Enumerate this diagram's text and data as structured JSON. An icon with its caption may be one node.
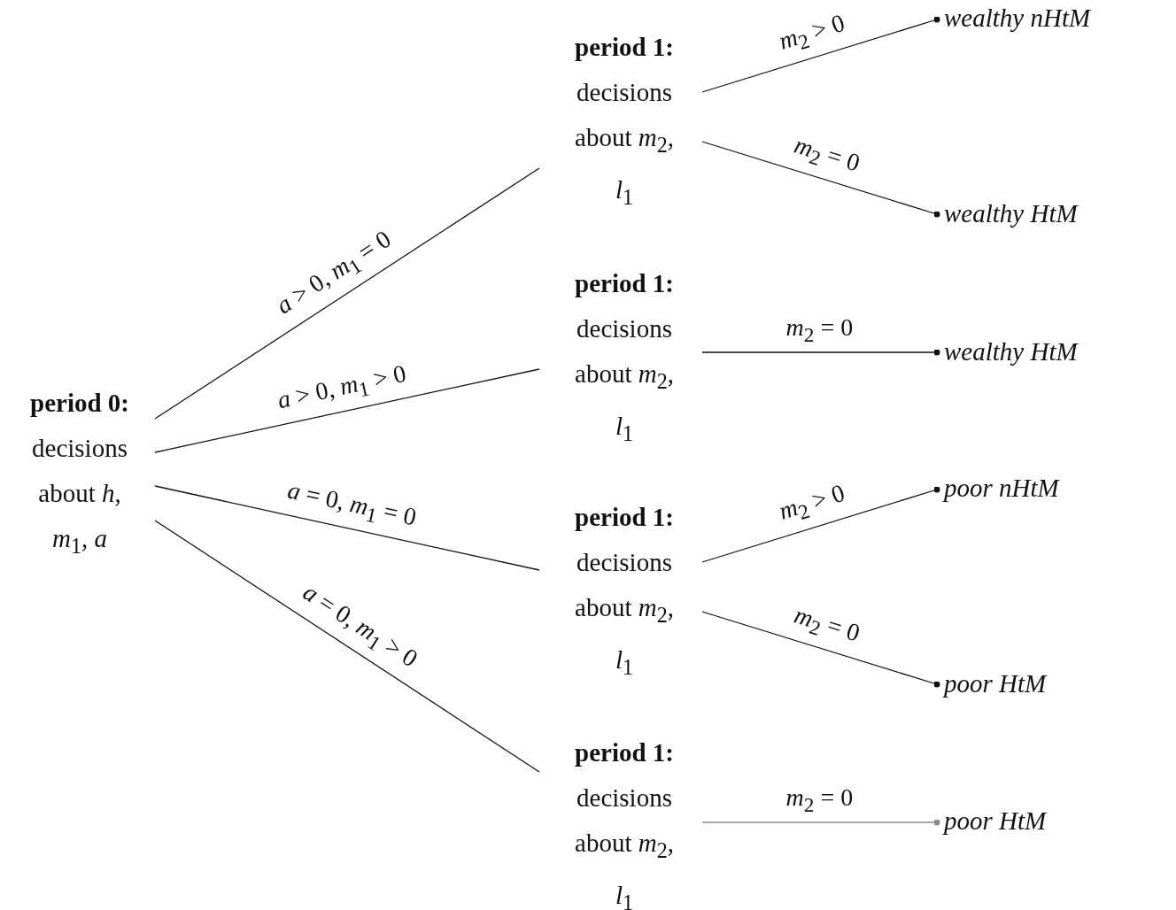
{
  "diagram": {
    "nodes": [
      {
        "text": [
          "period 0:",
          "decisions about *h*, *m*$_{1}$, *a*"
        ]
      },
      {
        "text": [
          "period 1:",
          "decisions about *m*$_{2}$, *l*$_{1}$"
        ]
      },
      {
        "text": [
          "period 1:",
          "decisions about *m*$_{2}$, *l*$_{1}$"
        ]
      },
      {
        "text": [
          "period 1:",
          "decisions about *m*$_{2}$, *l*$_{1}$"
        ]
      },
      {
        "text": [
          "period 1:",
          "decisions about *m*$_{2}$, *l*$_{1}$"
        ]
      },
      {
        "text": [
          "wealthy nHtM"
        ]
      },
      {
        "text": [
          "wealthy HtM"
        ]
      },
      {
        "text": [
          "wealthy HtM"
        ]
      },
      {
        "text": [
          "poor nHtM"
        ]
      },
      {
        "text": [
          "poor HtM"
        ]
      },
      {
        "text": [
          "poor HtM"
        ]
      }
    ],
    "edges": [
      {
        "from": 0,
        "to": 1,
        "arrow": "none",
        "label": "*a* > 0, *m*$_{1}$ = 0"
      },
      {
        "from": 0,
        "to": 2,
        "arrow": "none",
        "label": "*a* > 0, *m*$_{1}$ > 0"
      },
      {
        "from": 0,
        "to": 3,
        "arrow": "none",
        "label": "*a* = 0, *m*$_{1}$ = 0"
      },
      {
        "from": 0,
        "to": 4,
        "arrow": "none",
        "label": "*a* = 0, *m*$_{1}$ > 0"
      },
      {
        "from": 1,
        "to": 5,
        "arrow": "other",
        "label": "*m*$_{2}$ > 0"
      },
      {
        "from": 1,
        "to": 6,
        "arrow": "other",
        "label": "*m*$_{2}$ = 0"
      },
      {
        "from": 2,
        "to": 7,
        "arrow": "other",
        "label": "*m*$_{2}$ = 0"
      },
      {
        "from": 3,
        "to": 8,
        "arrow": "other",
        "label": "*m*$_{2}$ > 0"
      },
      {
        "from": 3,
        "to": 9,
        "arrow": "other",
        "label": "*m*$_{2}$ = 0"
      },
      {
        "from": 4,
        "to": 10,
        "arrow": "other",
        "label": "*m*$_{2}$ = 0",
        "color": "#8c8c8c"
      }
    ]
  }
}
